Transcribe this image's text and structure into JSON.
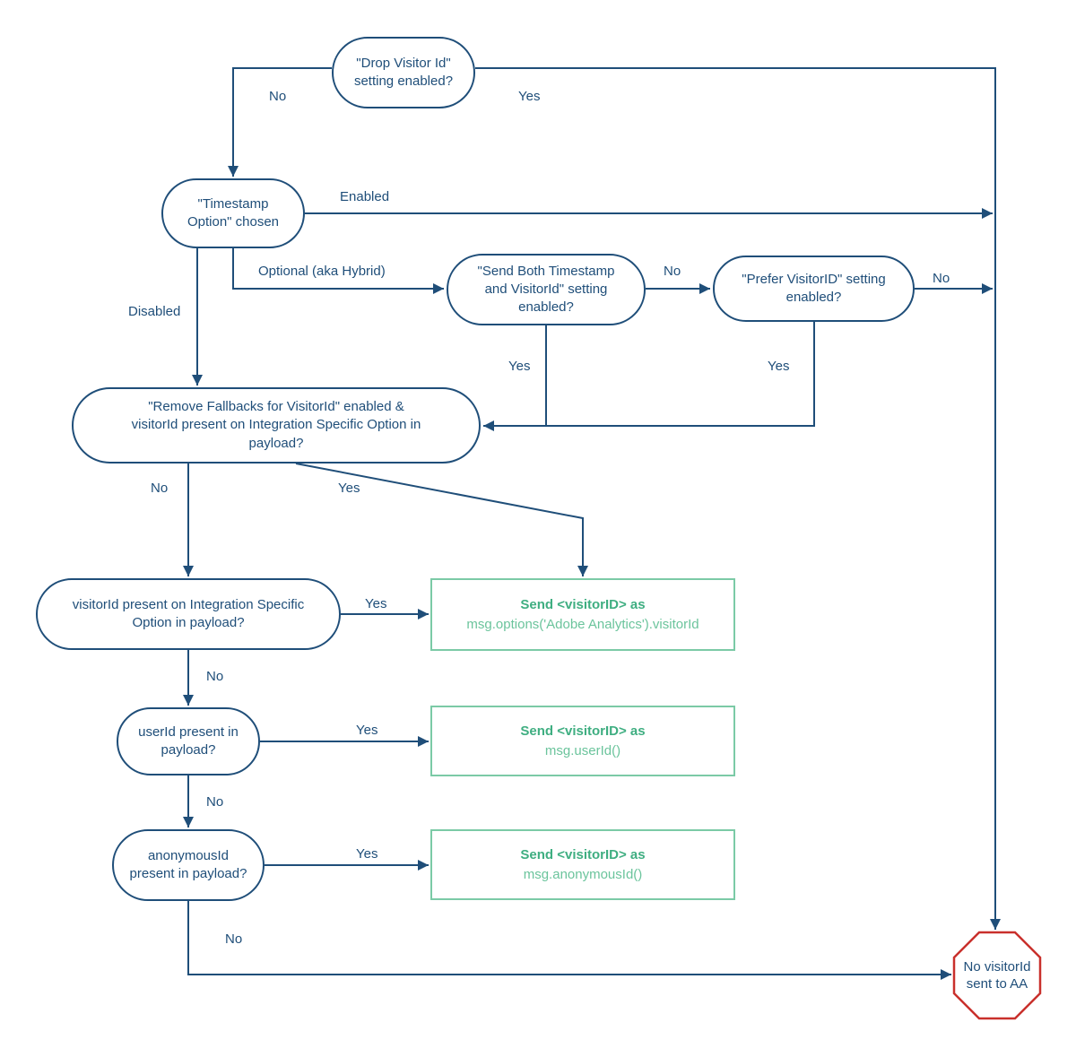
{
  "colors": {
    "node_blue": "#1f4e79",
    "action_green_border": "#7bcaa6",
    "action_green_title": "#3fae81",
    "action_green_code": "#6bc49c",
    "stop_red": "#c9302c"
  },
  "nodes": {
    "drop_visitor": {
      "lines": [
        "\"Drop Visitor Id\"",
        "setting enabled?"
      ]
    },
    "timestamp_option": {
      "lines": [
        "\"Timestamp",
        "Option\" chosen"
      ]
    },
    "send_both": {
      "lines": [
        "\"Send Both Timestamp",
        "and VisitorId\" setting",
        "enabled?"
      ]
    },
    "prefer_visitorid": {
      "lines": [
        "\"Prefer VisitorID\" setting",
        "enabled?"
      ]
    },
    "remove_fallbacks": {
      "lines": [
        "\"Remove Fallbacks for VisitorId\" enabled &",
        "visitorId present on Integration Specific Option in",
        "payload?"
      ]
    },
    "visitorid_present": {
      "lines": [
        "visitorId present on Integration Specific",
        "Option in payload?"
      ]
    },
    "userid_present": {
      "lines": [
        "userId present in",
        "payload?"
      ]
    },
    "anonymousid_present": {
      "lines": [
        "anonymousId",
        "present in payload?"
      ]
    },
    "stop": {
      "lines": [
        "No visitorId",
        "sent to AA"
      ]
    }
  },
  "actions": {
    "send_options": {
      "title": "Send <visitorID> as",
      "code": "msg.options('Adobe Analytics').visitorId"
    },
    "send_userid": {
      "title": "Send <visitorID> as",
      "code": "msg.userId()"
    },
    "send_anonymousid": {
      "title": "Send <visitorID> as",
      "code": "msg.anonymousId()"
    }
  },
  "edge_labels": {
    "drop_no": "No",
    "drop_yes": "Yes",
    "timestamp_enabled": "Enabled",
    "timestamp_optional": "Optional (aka Hybrid)",
    "timestamp_disabled": "Disabled",
    "send_both_no": "No",
    "send_both_yes": "Yes",
    "prefer_no": "No",
    "prefer_yes": "Yes",
    "remove_no": "No",
    "remove_yes": "Yes",
    "visitorid_yes": "Yes",
    "visitorid_no": "No",
    "userid_yes": "Yes",
    "userid_no": "No",
    "anonymousid_yes": "Yes",
    "anonymousid_no": "No"
  }
}
